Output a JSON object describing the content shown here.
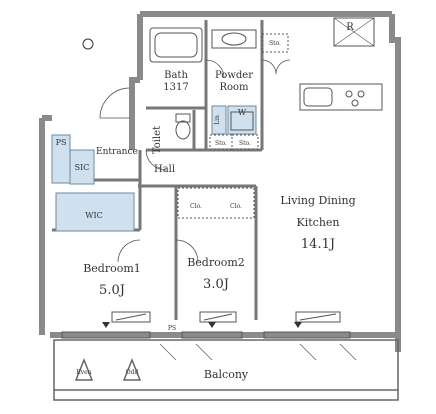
{
  "rooms": {
    "bath": {
      "name": "Bath",
      "size": "1317"
    },
    "powder": {
      "line1": "Powder",
      "line2": "Room"
    },
    "toilet": "Toilet",
    "hall": "Hall",
    "entrance": "Entrance",
    "ldk": {
      "line1": "Living Dining",
      "line2": "Kitchen",
      "size": "14.1J"
    },
    "bedroom1": {
      "name": "Bedroom1",
      "size": "5.0J"
    },
    "bedroom2": {
      "name": "Bedroom2",
      "size": "3.0J"
    },
    "balcony": "Balcony"
  },
  "storage": {
    "ps_top": "PS",
    "sic": "SIC",
    "wic": "WIC",
    "sto_top": "Sto.",
    "sto_a": "Sto.",
    "sto_b": "Sto.",
    "lin": "Lin",
    "washer": "W",
    "clo_a": "Clo.",
    "clo_b": "Clo.",
    "ps_bottom": "PS"
  },
  "markers": {
    "refrigerator": "R",
    "even": "Even",
    "odd": "Odd"
  },
  "colors": {
    "wall": "#8a8a8a",
    "storage_fill": "#cfe1ee",
    "line": "#555555"
  }
}
